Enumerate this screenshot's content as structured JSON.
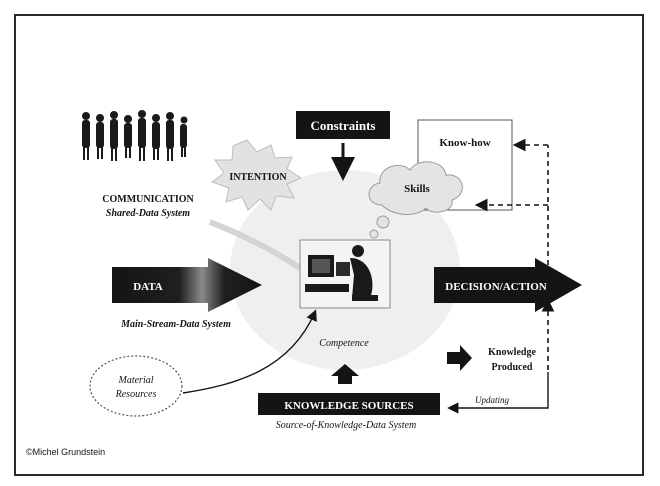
{
  "labels": {
    "constraints": "Constraints",
    "know_how": "Know-how",
    "skills": "Skills",
    "intention": "INTENTION",
    "communication": "COMMUNICATION",
    "shared_data_system": "Shared-Data System",
    "data": "DATA",
    "main_stream_data_system": "Main-Stream-Data System",
    "decision_action": "DECISION/ACTION",
    "competence": "Competence",
    "knowledge_produced_line1": "Knowledge",
    "knowledge_produced_line2": "Produced",
    "material_resources_line1": "Material",
    "material_resources_line2": "Resources",
    "knowledge_sources": "KNOWLEDGE SOURCES",
    "source_of_knowledge_data_system": "Source-of-Knowledge-Data System",
    "updating": "Updating",
    "credit": "©Michel Grundstein"
  },
  "colors": {
    "dark": "#141414",
    "light_gray": "#dcdcdc",
    "page": "#ffffff"
  },
  "icons": {
    "crowd": "people-crowd-icon",
    "worker": "person-at-computer-icon",
    "intention_burst": "starburst-icon",
    "thought_bubble": "cloud-thought-icon"
  }
}
